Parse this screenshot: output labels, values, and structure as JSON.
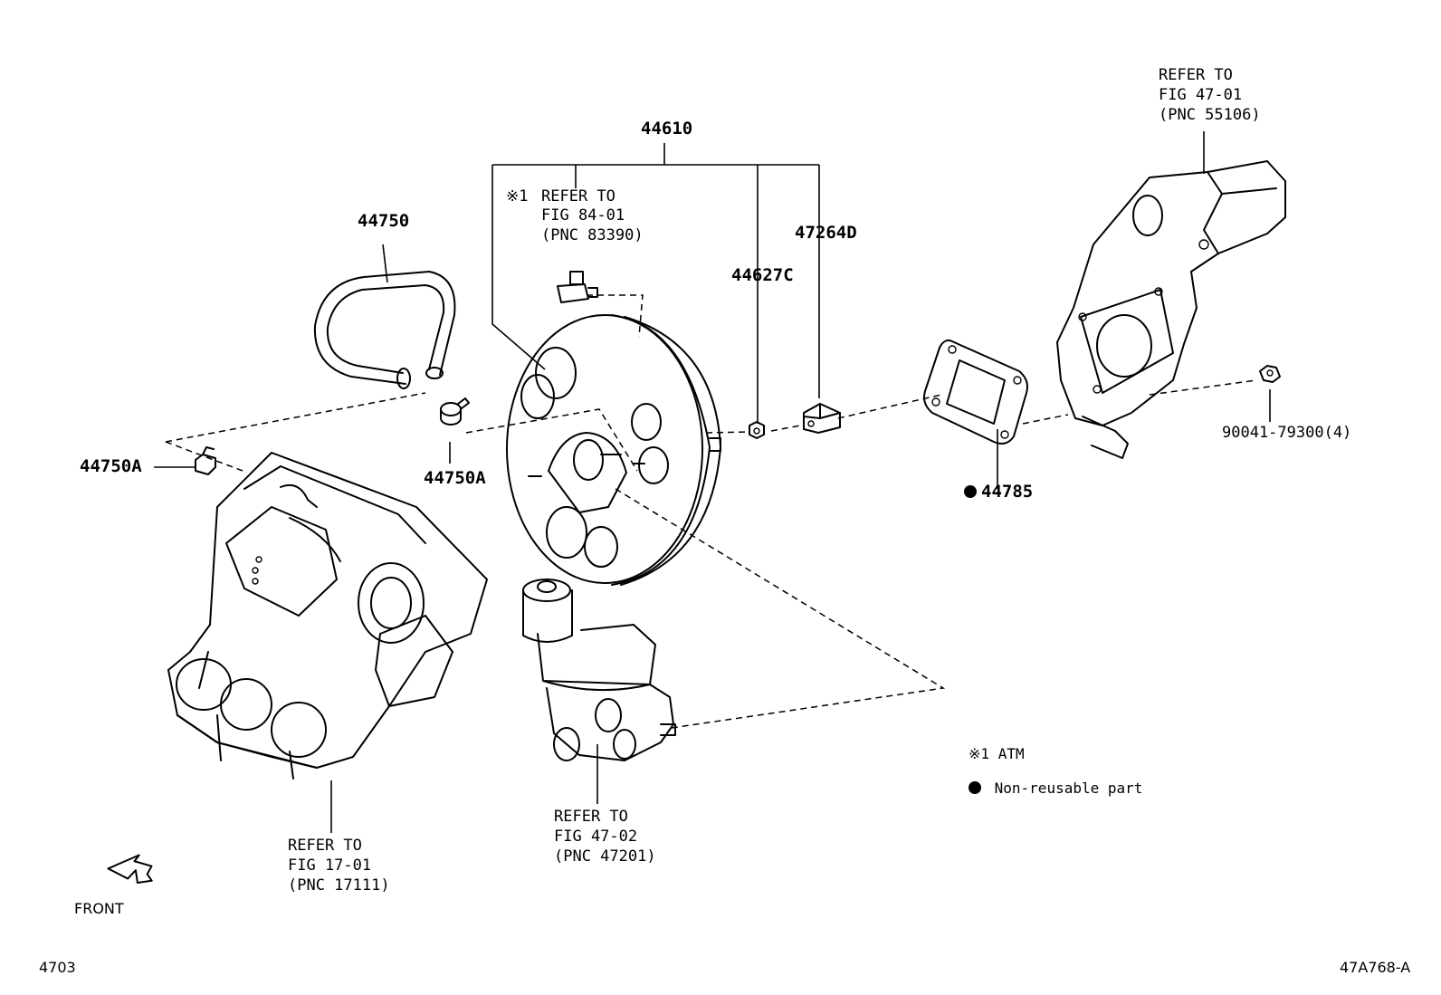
{
  "parts": {
    "booster_assy": "44610",
    "hose": "44750",
    "clip_left": "44750A",
    "clip_right": "44750A",
    "nut_booster": "44627C",
    "clevis": "47264D",
    "gasket": "44785",
    "nut_mount": "90041-79300(4)"
  },
  "refs": {
    "sensor_note": "※1",
    "sensor": [
      "REFER TO",
      "FIG 84-01",
      "(PNC 83390)"
    ],
    "bracket": [
      "REFER TO",
      "FIG 47-01",
      "(PNC 55106)"
    ],
    "manifold": [
      "REFER TO",
      "FIG 17-01",
      "(PNC 17111)"
    ],
    "master_cylinder": [
      "REFER TO",
      "FIG 47-02",
      "(PNC 47201)"
    ]
  },
  "legend": {
    "atm_mark": "※1",
    "atm_text": "ATM",
    "nonreusable_text": "Non-reusable part"
  },
  "direction": {
    "label": "FRONT"
  },
  "footer": {
    "page": "4703",
    "code": "47A768-A"
  }
}
